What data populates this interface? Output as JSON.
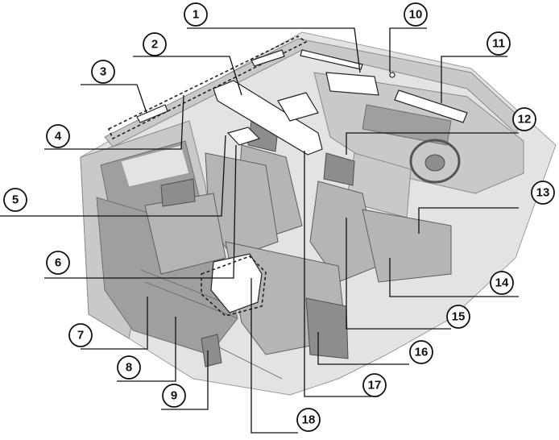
{
  "callouts": [
    {
      "id": "callout-1",
      "number": "1"
    },
    {
      "id": "callout-2",
      "number": "2"
    },
    {
      "id": "callout-3",
      "number": "3"
    },
    {
      "id": "callout-4",
      "number": "4"
    },
    {
      "id": "callout-5",
      "number": "5"
    },
    {
      "id": "callout-6",
      "number": "6"
    },
    {
      "id": "callout-7",
      "number": "7"
    },
    {
      "id": "callout-8",
      "number": "8"
    },
    {
      "id": "callout-9",
      "number": "9"
    },
    {
      "id": "callout-10",
      "number": "10"
    },
    {
      "id": "callout-11",
      "number": "11"
    },
    {
      "id": "callout-12",
      "number": "12"
    },
    {
      "id": "callout-13",
      "number": "13"
    },
    {
      "id": "callout-14",
      "number": "14"
    },
    {
      "id": "callout-15",
      "number": "15"
    },
    {
      "id": "callout-16",
      "number": "16"
    },
    {
      "id": "callout-17",
      "number": "17"
    },
    {
      "id": "callout-18",
      "number": "18"
    }
  ]
}
